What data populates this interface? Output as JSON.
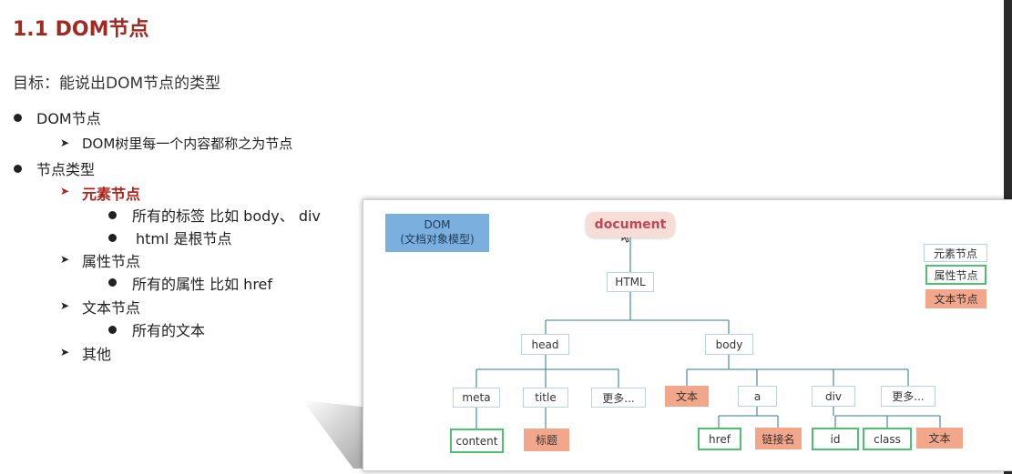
{
  "title": "1.1 DOM节点",
  "goal": "目标：能说出DOM节点的类型",
  "outline": {
    "dom_nodes": "DOM节点",
    "dom_nodes_sub": "DOM树里每一个内容都称之为节点",
    "node_types": "节点类型",
    "element_nodes": "元素节点",
    "element_b1": "所有的标签 比如 body、 div",
    "element_b2": "html 是根节点",
    "attr_nodes": "属性节点",
    "attr_b1": "所有的属性 比如 href",
    "text_nodes": "文本节点",
    "text_b1": "所有的文本",
    "others": "其他"
  },
  "diagram": {
    "dom_label_1": "DOM",
    "dom_label_2": "(文档对象模型)",
    "document": "document",
    "html": "HTML",
    "head": "head",
    "body": "body",
    "meta": "meta",
    "title": "title",
    "more1": "更多...",
    "text1": "文本",
    "a": "a",
    "div": "div",
    "more2": "更多...",
    "content": "content",
    "biaoti": "标题",
    "href": "href",
    "link_name": "链接名",
    "id": "id",
    "class": "class",
    "text2": "文本",
    "legend": {
      "element": "元素节点",
      "attribute": "属性节点",
      "text": "文本节点"
    },
    "colors": {
      "line": "#5b93a8",
      "attr_border": "#4fbf74",
      "text_fill": "#f2a78a",
      "dom_box": "#7bb0de"
    }
  }
}
